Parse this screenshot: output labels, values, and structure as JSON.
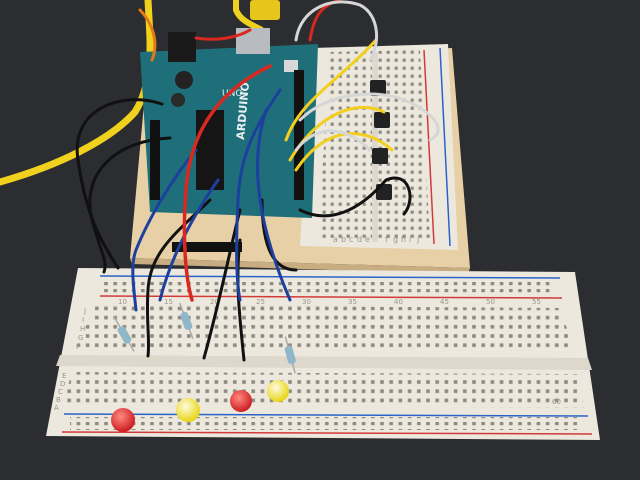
{
  "scene": {
    "arduino_brand": "ARDUINO",
    "board_model": "UNO",
    "large_breadboard": {
      "column_numbers": [
        "10",
        "15",
        "20",
        "25",
        "30",
        "35",
        "40",
        "45",
        "50",
        "55",
        "60"
      ],
      "row_letters_top": [
        "J",
        "I",
        "H",
        "G",
        "F"
      ],
      "row_letters_bottom": [
        "E",
        "D",
        "C",
        "B",
        "A"
      ]
    },
    "small_breadboard": {
      "row_letters": [
        "a",
        "b",
        "c",
        "d",
        "e",
        "f",
        "g",
        "h",
        "i",
        "j"
      ]
    },
    "leds": [
      {
        "color": "red"
      },
      {
        "color": "yellow"
      },
      {
        "color": "red"
      },
      {
        "color": "yellow"
      }
    ],
    "colors": {
      "table": "#2b2d30",
      "wood_base": "#e7cfa6",
      "breadboard": "#ece8dd",
      "arduino_pcb": "#1f6f7a",
      "rail_red": "#d23a3a",
      "rail_blue": "#2a63c9",
      "ethernet_cable": "#f0d21e"
    }
  }
}
